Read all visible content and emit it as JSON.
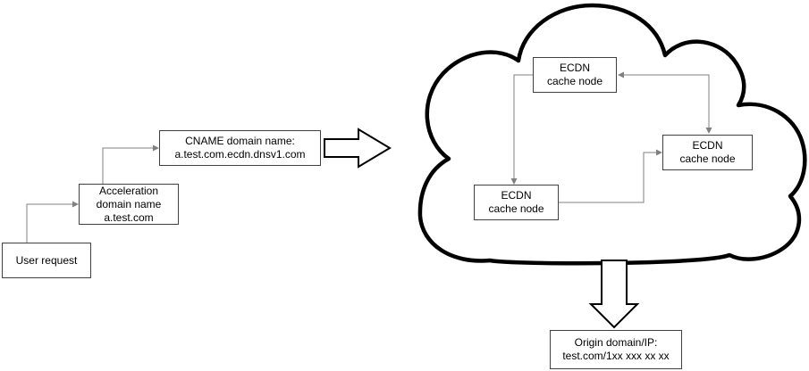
{
  "flow": {
    "user_request": "User request",
    "acceleration_domain": "Acceleration\ndomain name\na.test.com",
    "cname_domain": "CNAME domain name:\na.test.com.ecdn.dnsv1.com",
    "ecdn_cache_node_top": "ECDN\ncache node",
    "ecdn_cache_node_right": "ECDN\ncache node",
    "ecdn_cache_node_bottom_left": "ECDN\ncache node",
    "origin": "Origin domain/IP:\ntest.com/1xx xxx xx xx"
  },
  "colors": {
    "background": "#ffffff",
    "box_border": "#404040",
    "connector": "#808080",
    "cloud_outline": "#000000"
  }
}
